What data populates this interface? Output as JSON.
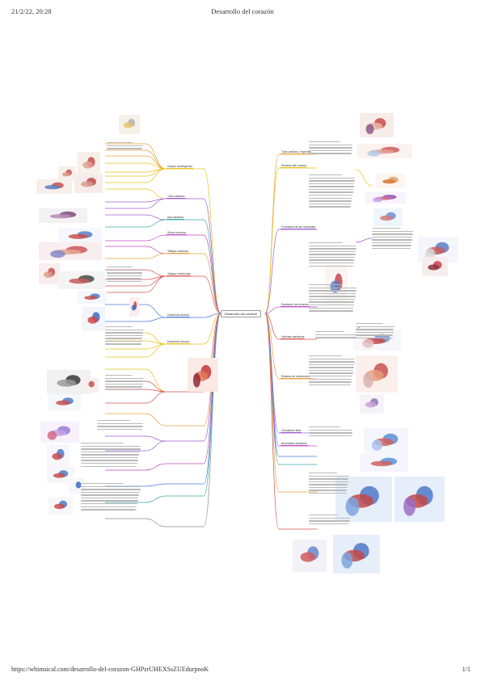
{
  "header": {
    "datetime": "21/2/22, 20:28",
    "title": "Desarrollo del corazón"
  },
  "footer": {
    "url": "https://whimsical.com/desarrollo-del-corazon-GHPzrUHEXSsZUEdurpnoK",
    "page": "1/1"
  },
  "mindmap": {
    "root": "Desarrollo del corazón",
    "right_branches": [
      "Tubo cardíaco, regiones",
      "Posición del corazón",
      "Formación de las cavidades",
      "Septación del corazón",
      "Válvulas cardíacas",
      "Sistema de conducción",
      "Circulación fetal",
      "Anomalías cardíacas"
    ],
    "left_branches": [
      "Campo cardiogénico",
      "Tubo cardíaco",
      "Asa cardíaca",
      "Senos venosos",
      "Tabique auricular",
      "Tabique ventricular",
      "Desarrollo arterial",
      "Desarrollo venoso"
    ]
  },
  "colors": {
    "orange": "#e8a13a",
    "yellow": "#e5c21b",
    "purple": "#9b5bd1",
    "magenta": "#c04ac4",
    "red": "#d9534f",
    "blue": "#4a7ed8",
    "teal": "#3aa6a0",
    "green": "#6aa84f",
    "gray": "#8a8a8a"
  }
}
